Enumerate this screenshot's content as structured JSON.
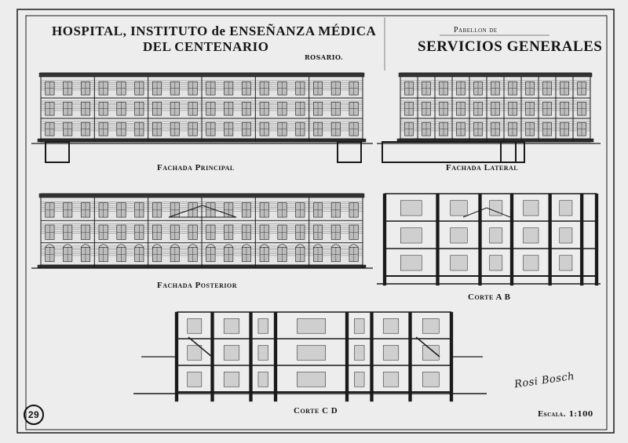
{
  "title": {
    "line1": "HOSPITAL, INSTITUTO de ENSEÑANZA MÉDICA",
    "line2": "DEL CENTENARIO",
    "city": "ROSARIO.",
    "pavilion_prefix": "Pabellon de",
    "pavilion_name": "SERVICIOS GENERALES"
  },
  "drawings": {
    "fachada_principal": "Fachada Principal",
    "fachada_lateral": "Fachada Lateral",
    "fachada_posterior": "Fachada Posterior",
    "corte_ab": "Corte A B",
    "corte_cd": "Corte C D"
  },
  "sheet_number": "29",
  "scale": "Escala. 1:100",
  "signature": "Rosi Bosch"
}
